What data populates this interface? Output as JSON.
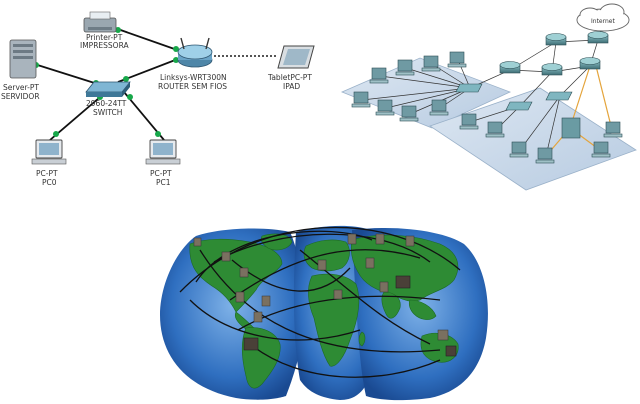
{
  "topology": {
    "printer": {
      "line1": "Printer-PT",
      "line2": "IMPRESSORA"
    },
    "server": {
      "line1": "Server-PT",
      "line2": "SERVIDOR"
    },
    "router": {
      "line1": "Linksys-WRT300N",
      "line2": "ROUTER SEM FIOS"
    },
    "tablet": {
      "line1": "TabletPC-PT",
      "line2": "IPAD"
    },
    "switch": {
      "line1": "2960-24TT",
      "line2": "SWITCH"
    },
    "pc0": {
      "line1": "PC-PT",
      "line2": "PC0"
    },
    "pc1": {
      "line1": "PC-PT",
      "line2": "PC1"
    }
  },
  "campus": {
    "cloud_label": "Internet"
  },
  "colors": {
    "link_green": "#17a84a",
    "link_black": "#111111",
    "ocean": "#2f6fc0",
    "land": "#2e8b34",
    "plane": "#c8d8ea",
    "router_teal": "#4e7f86"
  }
}
